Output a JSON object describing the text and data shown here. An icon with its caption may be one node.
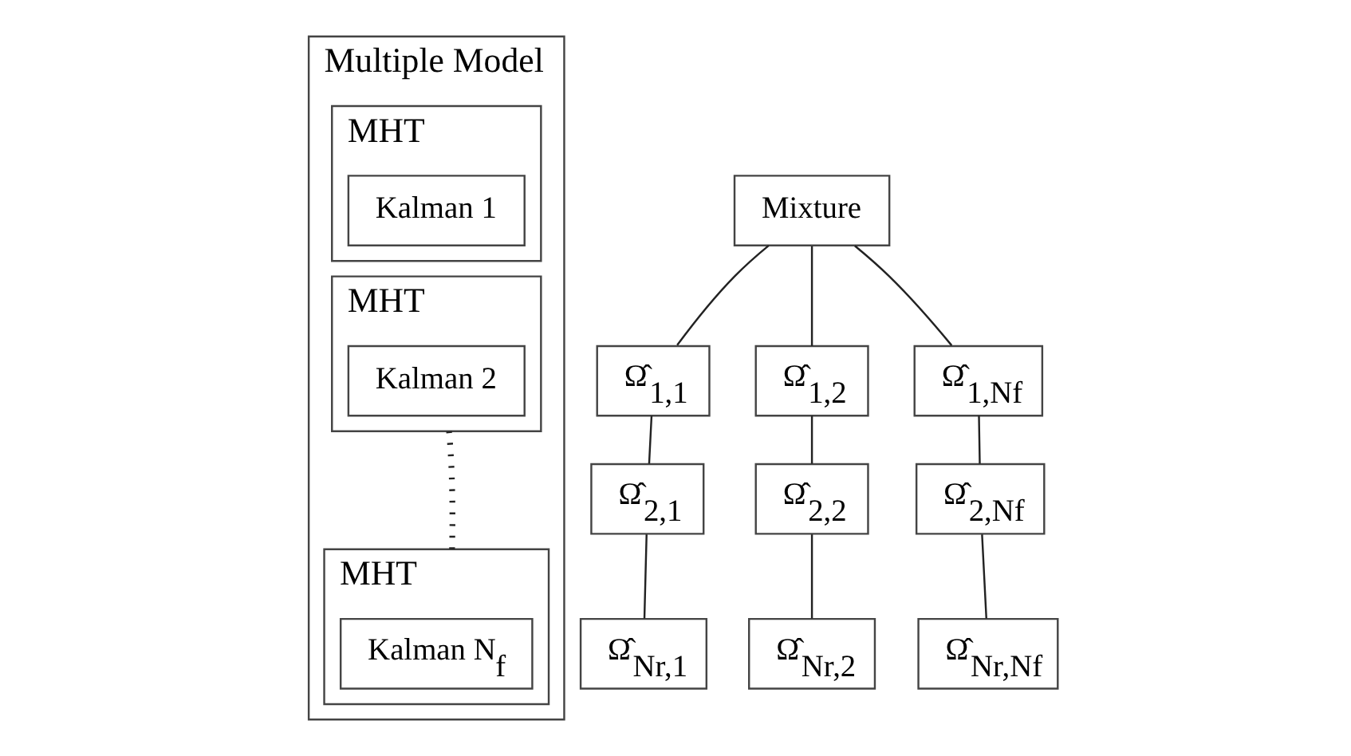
{
  "diagram": {
    "nodes": [
      {
        "text": [
          "Multiple Model"
        ]
      },
      {
        "text": [
          "MHT"
        ],
        "in": 0
      },
      {
        "text": [
          "Kalman 1"
        ],
        "in": 1
      },
      {
        "text": [
          "MHT"
        ],
        "in": 0
      },
      {
        "text": [
          "Kalman 2"
        ],
        "in": 3
      },
      {
        "text": [
          "MHT"
        ],
        "in": 0
      },
      {
        "text": [
          "Kalman N$_{f}$"
        ],
        "in": 5
      },
      {
        "text": [
          "Mixture"
        ]
      },
      {
        "text": [
          "Ω̂$_{1,1}$"
        ]
      },
      {
        "text": [
          "Ω̂$_{1,2}$"
        ]
      },
      {
        "text": [
          "Ω̂$_{1,Nf}$"
        ]
      },
      {
        "text": [
          "Ω̂$_{2,1}$"
        ]
      },
      {
        "text": [
          "Ω̂$_{2,2}$"
        ]
      },
      {
        "text": [
          "Ω̂$_{2,Nf}$"
        ]
      },
      {
        "text": [
          "Ω̂$_{Nr,1}$"
        ]
      },
      {
        "text": [
          "Ω̂$_{Nr,2}$"
        ]
      },
      {
        "text": [
          "Ω̂$_{Nr,Nf}$"
        ]
      }
    ],
    "edges": [
      {
        "from": 3,
        "to": 5,
        "arrow": "none",
        "style": "dashed"
      },
      {
        "from": 7,
        "to": 8,
        "arrow": "none"
      },
      {
        "from": 7,
        "to": 9,
        "arrow": "none"
      },
      {
        "from": 7,
        "to": 10,
        "arrow": "none"
      },
      {
        "from": 8,
        "to": 11,
        "arrow": "none"
      },
      {
        "from": 9,
        "to": 12,
        "arrow": "none"
      },
      {
        "from": 10,
        "to": 13,
        "arrow": "none"
      },
      {
        "from": 11,
        "to": 14,
        "arrow": "none"
      },
      {
        "from": 12,
        "to": 15,
        "arrow": "none"
      },
      {
        "from": 13,
        "to": 16,
        "arrow": "none"
      }
    ]
  }
}
